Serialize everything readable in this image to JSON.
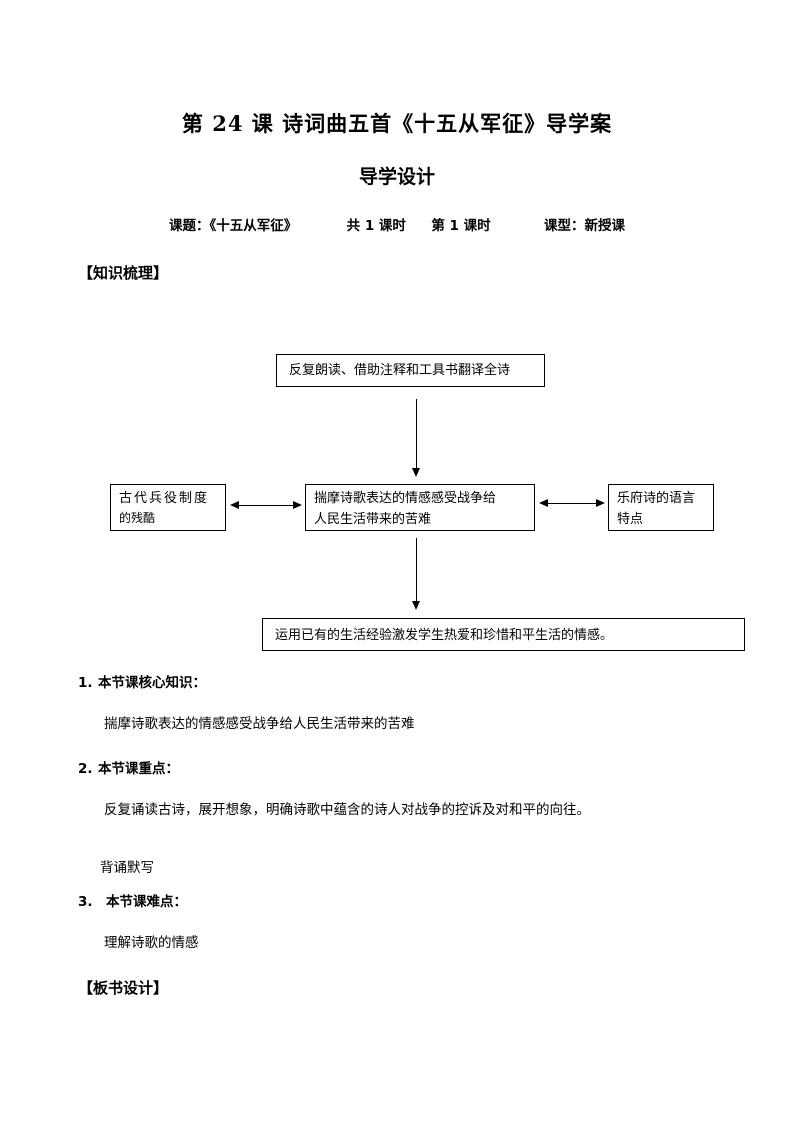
{
  "document": {
    "title": "第 24 课  诗词曲五首《十五从军征》导学案",
    "subtitle": "导学设计",
    "meta": {
      "lesson_topic_label": "课题：《十五从军征》",
      "total_periods": "共 1 课时",
      "current_period": "第 1 课时",
      "lesson_type": "课型：新授课"
    }
  },
  "sections": {
    "knowledge_review_heading": "【知识梳理】",
    "board_design_heading": "【板书设计】"
  },
  "flowchart": {
    "top_box": "反复朗读、借助注释和工具书翻译全诗",
    "left_box": {
      "line1": "古代兵役制度",
      "line2": "的残酷"
    },
    "center_box": {
      "line1": "揣摩诗歌表达的情感感受战争给",
      "line2": "人民生活带来的苦难"
    },
    "right_box": {
      "line1": "乐府诗的语言",
      "line2": "特点"
    },
    "bottom_box": "运用已有的生活经验激发学生热爱和珍惜和平生活的情感。"
  },
  "list": [
    {
      "number": "1.",
      "label": "本节课核心知识：",
      "body": "揣摩诗歌表达的情感感受战争给人民生活带来的苦难"
    },
    {
      "number": "2.",
      "label": "本节课重点：",
      "body": "反复诵读古诗，展开想象，明确诗歌中蕴含的诗人对战争的控诉及对和平的向往。",
      "body2": "背诵默写"
    },
    {
      "number": "3.",
      "label": "本节课难点：",
      "body": "理解诗歌的情感"
    }
  ]
}
